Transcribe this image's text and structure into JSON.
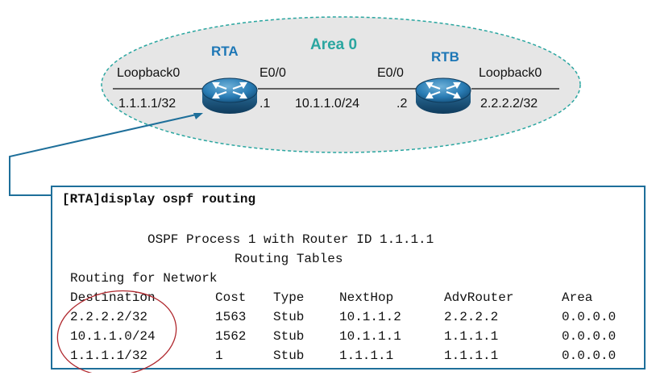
{
  "diagram": {
    "area_label": "Area 0",
    "routers": [
      {
        "name": "RTA",
        "loopback_label": "Loopback0",
        "loopback_ip": "1.1.1.1/32",
        "iface": "E0/0",
        "host": ".1"
      },
      {
        "name": "RTB",
        "loopback_label": "Loopback0",
        "loopback_ip": "2.2.2.2/32",
        "iface": "E0/0",
        "host": ".2"
      }
    ],
    "link_network": "10.1.1.0/24"
  },
  "console": {
    "command": "[RTA]display ospf routing",
    "process_line": "OSPF Process 1 with Router ID 1.1.1.1",
    "tables_line": "Routing Tables",
    "routing_for": "Routing for Network",
    "columns": [
      "Destination",
      "Cost",
      "Type",
      "NextHop",
      "AdvRouter",
      "Area"
    ],
    "rows": [
      [
        "2.2.2.2/32",
        "1563",
        "Stub",
        "10.1.1.2",
        "2.2.2.2",
        "0.0.0.0"
      ],
      [
        "10.1.1.0/24",
        "1562",
        "Stub",
        "10.1.1.1",
        "1.1.1.1",
        "0.0.0.0"
      ],
      [
        "1.1.1.1/32",
        "1",
        "Stub",
        "1.1.1.1",
        "1.1.1.1",
        "0.0.0.0"
      ]
    ]
  },
  "colors": {
    "area_fill": "#e6e6e6",
    "area_border": "#2aa6a0",
    "router_blue": "#1d77b6",
    "console_border": "#1e6f9a",
    "highlight_circle": "#b0282e"
  }
}
